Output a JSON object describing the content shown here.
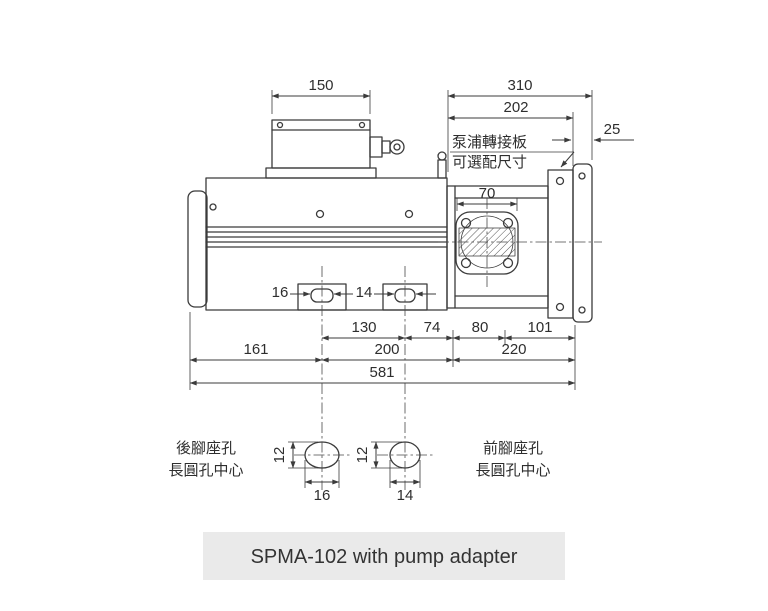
{
  "caption": "SPMA-102 with pump adapter",
  "notes": {
    "pump_adapter": {
      "line1": "泵浦轉接板",
      "line2": "可選配尺寸"
    },
    "rear_foot": {
      "line1": "後腳座孔",
      "line2": "長圓孔中心"
    },
    "front_foot": {
      "line1": "前腳座孔",
      "line2": "長圓孔中心"
    }
  },
  "dims": {
    "terminal_box_width": "150",
    "rear_section": "310",
    "adapter_section": "202",
    "plate_thickness": "25",
    "flange_width": "70",
    "rear_slot_width_main": "16",
    "front_slot_width_main": "14",
    "foot_center_distance": "130",
    "front_foot_to_flange": "74",
    "flange_to_center": "80",
    "center_to_plate": "101",
    "left_to_rear_foot": "161",
    "rear_foot_span": "200",
    "front_span": "220",
    "overall_length": "581",
    "rear_hole_height": "12",
    "rear_hole_width": "16",
    "front_hole_height": "12",
    "front_hole_width": "14"
  },
  "colors": {
    "line": "#3b3b3b",
    "text": "#2e2e2e",
    "caption_bg": "#eaeaea"
  }
}
